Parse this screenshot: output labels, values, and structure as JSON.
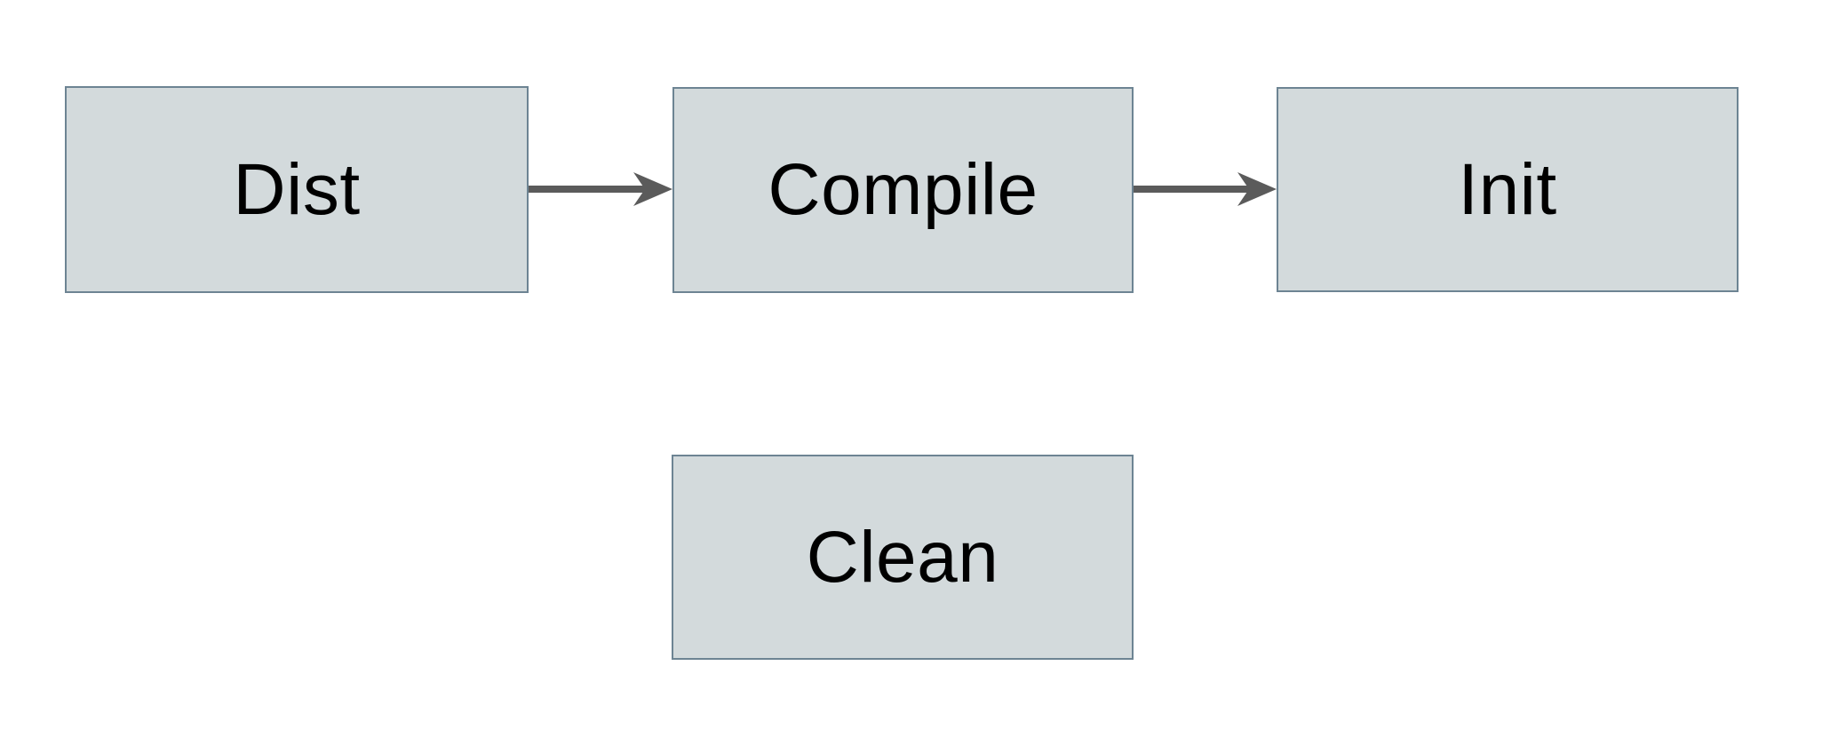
{
  "diagram": {
    "type": "flowchart",
    "nodes": [
      {
        "id": "dist",
        "label": "Dist"
      },
      {
        "id": "compile",
        "label": "Compile"
      },
      {
        "id": "init",
        "label": "Init"
      },
      {
        "id": "clean",
        "label": "Clean"
      }
    ],
    "edges": [
      {
        "from": "dist",
        "to": "compile",
        "style": "arrow-right"
      },
      {
        "from": "compile",
        "to": "init",
        "style": "arrow-right"
      }
    ],
    "colors": {
      "background": "#ffffff",
      "node_fill": "#d3dadc",
      "node_border": "#6d8493",
      "arrow": "#5b5b5b",
      "text": "#000000"
    }
  }
}
